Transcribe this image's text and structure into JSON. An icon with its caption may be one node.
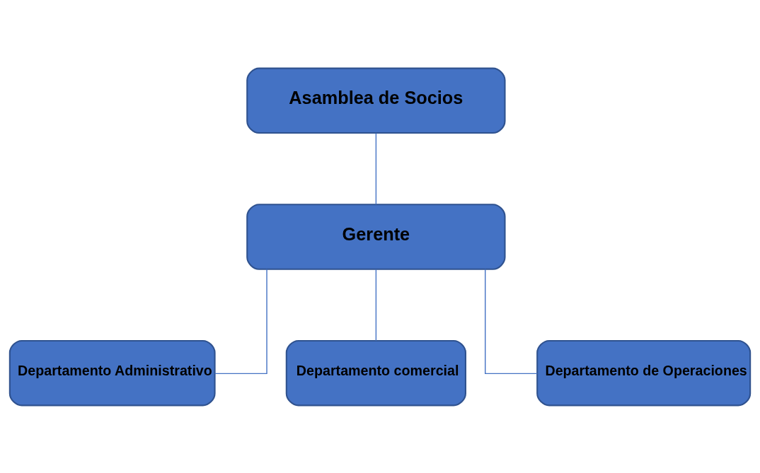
{
  "diagram": {
    "nodes": [
      {
        "text": [
          "Asamblea de Socios"
        ]
      },
      {
        "text": [
          "Gerente"
        ]
      },
      {
        "text": [
          "Departamento Administrativo"
        ]
      },
      {
        "text": [
          "Departamento comercial"
        ]
      },
      {
        "text": [
          "Departamento de Operaciones"
        ]
      }
    ],
    "edges": [
      {
        "from": 0,
        "to": 1,
        "arrow": "none"
      },
      {
        "from": 1,
        "to": 2,
        "arrow": "none"
      },
      {
        "from": 1,
        "to": 3,
        "arrow": "none"
      },
      {
        "from": 1,
        "to": 4,
        "arrow": "none"
      }
    ]
  }
}
